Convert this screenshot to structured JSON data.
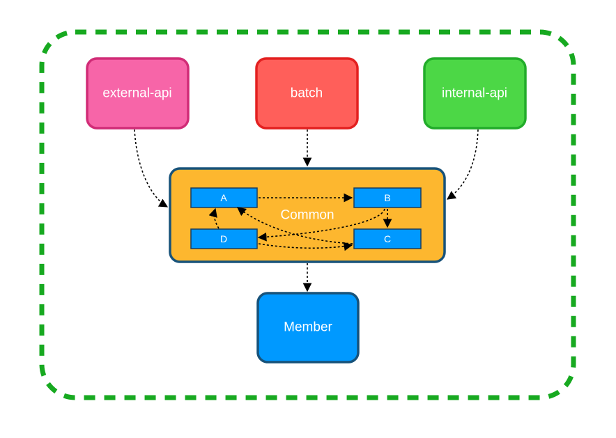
{
  "nodes": {
    "external_api": {
      "label": "external-api",
      "fill": "#F765A8",
      "stroke": "#D12C77"
    },
    "batch": {
      "label": "batch",
      "fill": "#FF5F5A",
      "stroke": "#E32020"
    },
    "internal_api": {
      "label": "internal-api",
      "fill": "#4CD746",
      "stroke": "#22AC2A"
    },
    "common": {
      "label": "Common",
      "fill": "#FDB72F",
      "stroke": "#17527A"
    },
    "member": {
      "label": "Member",
      "fill": "#0099FF",
      "stroke": "#17527A"
    }
  },
  "modules": {
    "a": {
      "label": "A"
    },
    "b": {
      "label": "B"
    },
    "c": {
      "label": "C"
    },
    "d": {
      "label": "D"
    },
    "fill": "#0099FF",
    "stroke": "#1B3C5C"
  },
  "boundary": {
    "stroke": "#17A920"
  },
  "edges": [
    {
      "from": "external-api",
      "to": "Common"
    },
    {
      "from": "batch",
      "to": "Common"
    },
    {
      "from": "internal-api",
      "to": "Common"
    },
    {
      "from": "Common",
      "to": "Member"
    },
    {
      "from": "A",
      "to": "B"
    },
    {
      "from": "B",
      "to": "C"
    },
    {
      "from": "B",
      "to": "D"
    },
    {
      "from": "C",
      "to": "A"
    },
    {
      "from": "D",
      "to": "A"
    },
    {
      "from": "D",
      "to": "C"
    }
  ]
}
